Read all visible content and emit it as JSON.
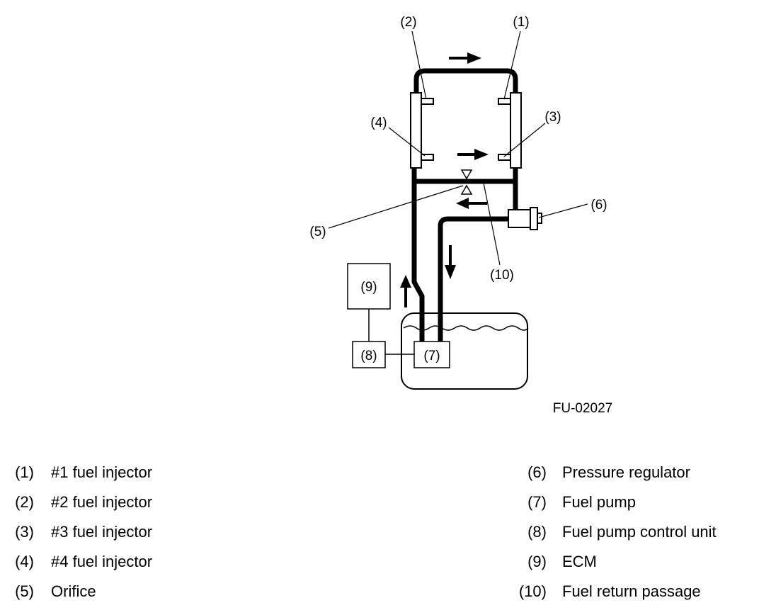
{
  "diagram": {
    "code": "FU-02027",
    "callouts": {
      "c1": "(1)",
      "c2": "(2)",
      "c3": "(3)",
      "c4": "(4)",
      "c5": "(5)",
      "c6": "(6)",
      "c7": "(7)",
      "c8": "(8)",
      "c9": "(9)",
      "c10": "(10)"
    }
  },
  "legend": {
    "left": [
      {
        "num": "(1)",
        "text": "#1 fuel injector"
      },
      {
        "num": "(2)",
        "text": "#2 fuel injector"
      },
      {
        "num": "(3)",
        "text": "#3 fuel injector"
      },
      {
        "num": "(4)",
        "text": "#4 fuel injector"
      },
      {
        "num": "(5)",
        "text": "Orifice"
      }
    ],
    "right": [
      {
        "num": "(6)",
        "text": "Pressure regulator"
      },
      {
        "num": "(7)",
        "text": "Fuel pump"
      },
      {
        "num": "(8)",
        "text": "Fuel pump control unit"
      },
      {
        "num": "(9)",
        "text": "ECM"
      },
      {
        "num": "(10)",
        "text": "Fuel return passage"
      }
    ]
  }
}
